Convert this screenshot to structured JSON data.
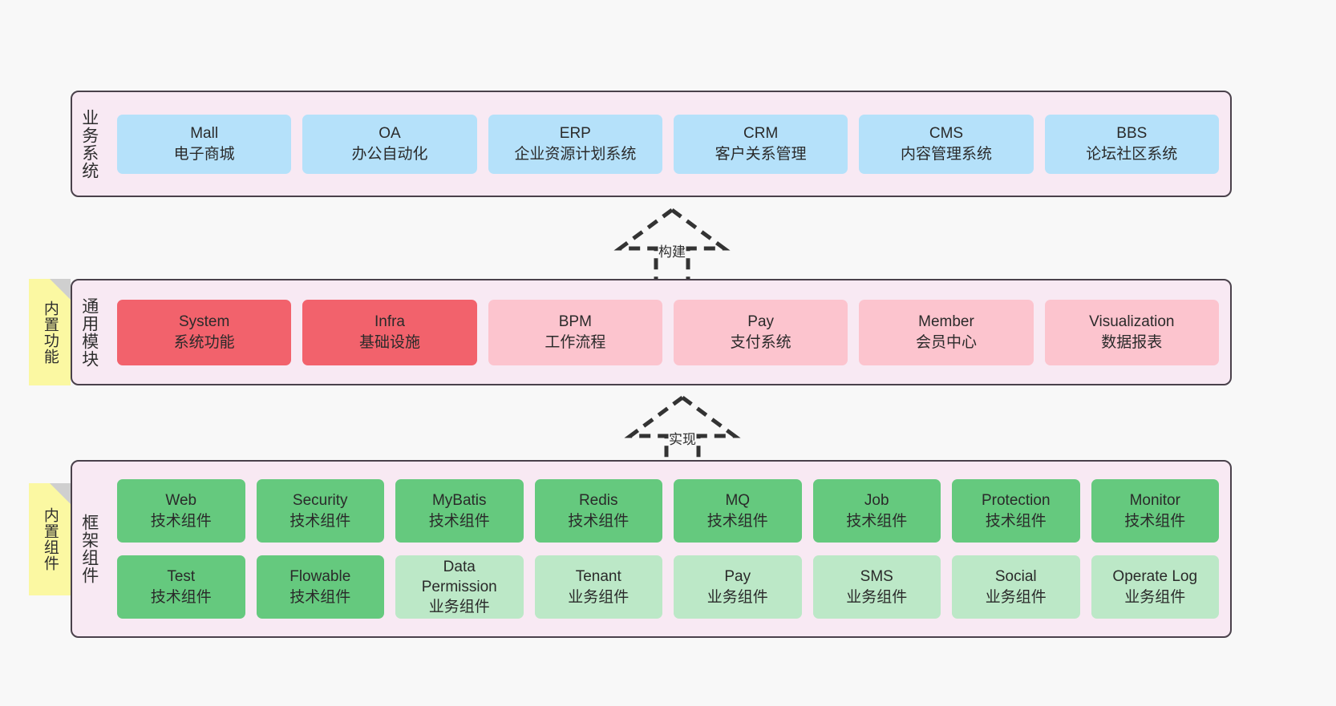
{
  "diagram": {
    "title_hidden": "",
    "colors": {
      "layer_background": "#f8e9f3",
      "layer_border": "#4a414b",
      "business_card": "#b5e1fa",
      "core_module_card": "#f2626c",
      "module_card": "#fcc4ce",
      "tech_component_card": "#65c97e",
      "biz_component_card": "#bce8c7",
      "note_background": "#fbf8a2",
      "note_fold": "#cfcfcf",
      "canvas_background": "#f8f8f8"
    }
  },
  "layers": {
    "business": {
      "label": "业务系统",
      "cards": [
        {
          "name": "Mall",
          "desc": "电子商城"
        },
        {
          "name": "OA",
          "desc": "办公自动化"
        },
        {
          "name": "ERP",
          "desc": "企业资源计划系统"
        },
        {
          "name": "CRM",
          "desc": "客户关系管理"
        },
        {
          "name": "CMS",
          "desc": "内容管理系统"
        },
        {
          "name": "BBS",
          "desc": "论坛社区系统"
        }
      ]
    },
    "common": {
      "label": "通用模块",
      "note": "内置功能",
      "cards": [
        {
          "name": "System",
          "desc": "系统功能",
          "style": "red"
        },
        {
          "name": "Infra",
          "desc": "基础设施",
          "style": "red"
        },
        {
          "name": "BPM",
          "desc": "工作流程",
          "style": "pink"
        },
        {
          "name": "Pay",
          "desc": "支付系统",
          "style": "pink"
        },
        {
          "name": "Member",
          "desc": "会员中心",
          "style": "pink"
        },
        {
          "name": "Visualization",
          "desc": "数据报表",
          "style": "pink"
        }
      ]
    },
    "framework": {
      "label": "框架组件",
      "note": "内置组件",
      "rows": [
        [
          {
            "name": "Web",
            "desc": "技术组件",
            "style": "green"
          },
          {
            "name": "Security",
            "desc": "技术组件",
            "style": "green"
          },
          {
            "name": "MyBatis",
            "desc": "技术组件",
            "style": "green"
          },
          {
            "name": "Redis",
            "desc": "技术组件",
            "style": "green"
          },
          {
            "name": "MQ",
            "desc": "技术组件",
            "style": "green"
          },
          {
            "name": "Job",
            "desc": "技术组件",
            "style": "green"
          },
          {
            "name": "Protection",
            "desc": "技术组件",
            "style": "green"
          },
          {
            "name": "Monitor",
            "desc": "技术组件",
            "style": "green"
          }
        ],
        [
          {
            "name": "Test",
            "desc": "技术组件",
            "style": "green"
          },
          {
            "name": "Flowable",
            "desc": "技术组件",
            "style": "green"
          },
          {
            "name": "Data\nPermission",
            "desc": "业务组件",
            "style": "green-light"
          },
          {
            "name": "Tenant",
            "desc": "业务组件",
            "style": "green-light"
          },
          {
            "name": "Pay",
            "desc": "业务组件",
            "style": "green-light"
          },
          {
            "name": "SMS",
            "desc": "业务组件",
            "style": "green-light"
          },
          {
            "name": "Social",
            "desc": "业务组件",
            "style": "green-light"
          },
          {
            "name": "Operate Log",
            "desc": "业务组件",
            "style": "green-light"
          }
        ]
      ]
    }
  },
  "connectors": [
    {
      "id": "build",
      "label": "构建"
    },
    {
      "id": "impl",
      "label": "实现"
    }
  ]
}
